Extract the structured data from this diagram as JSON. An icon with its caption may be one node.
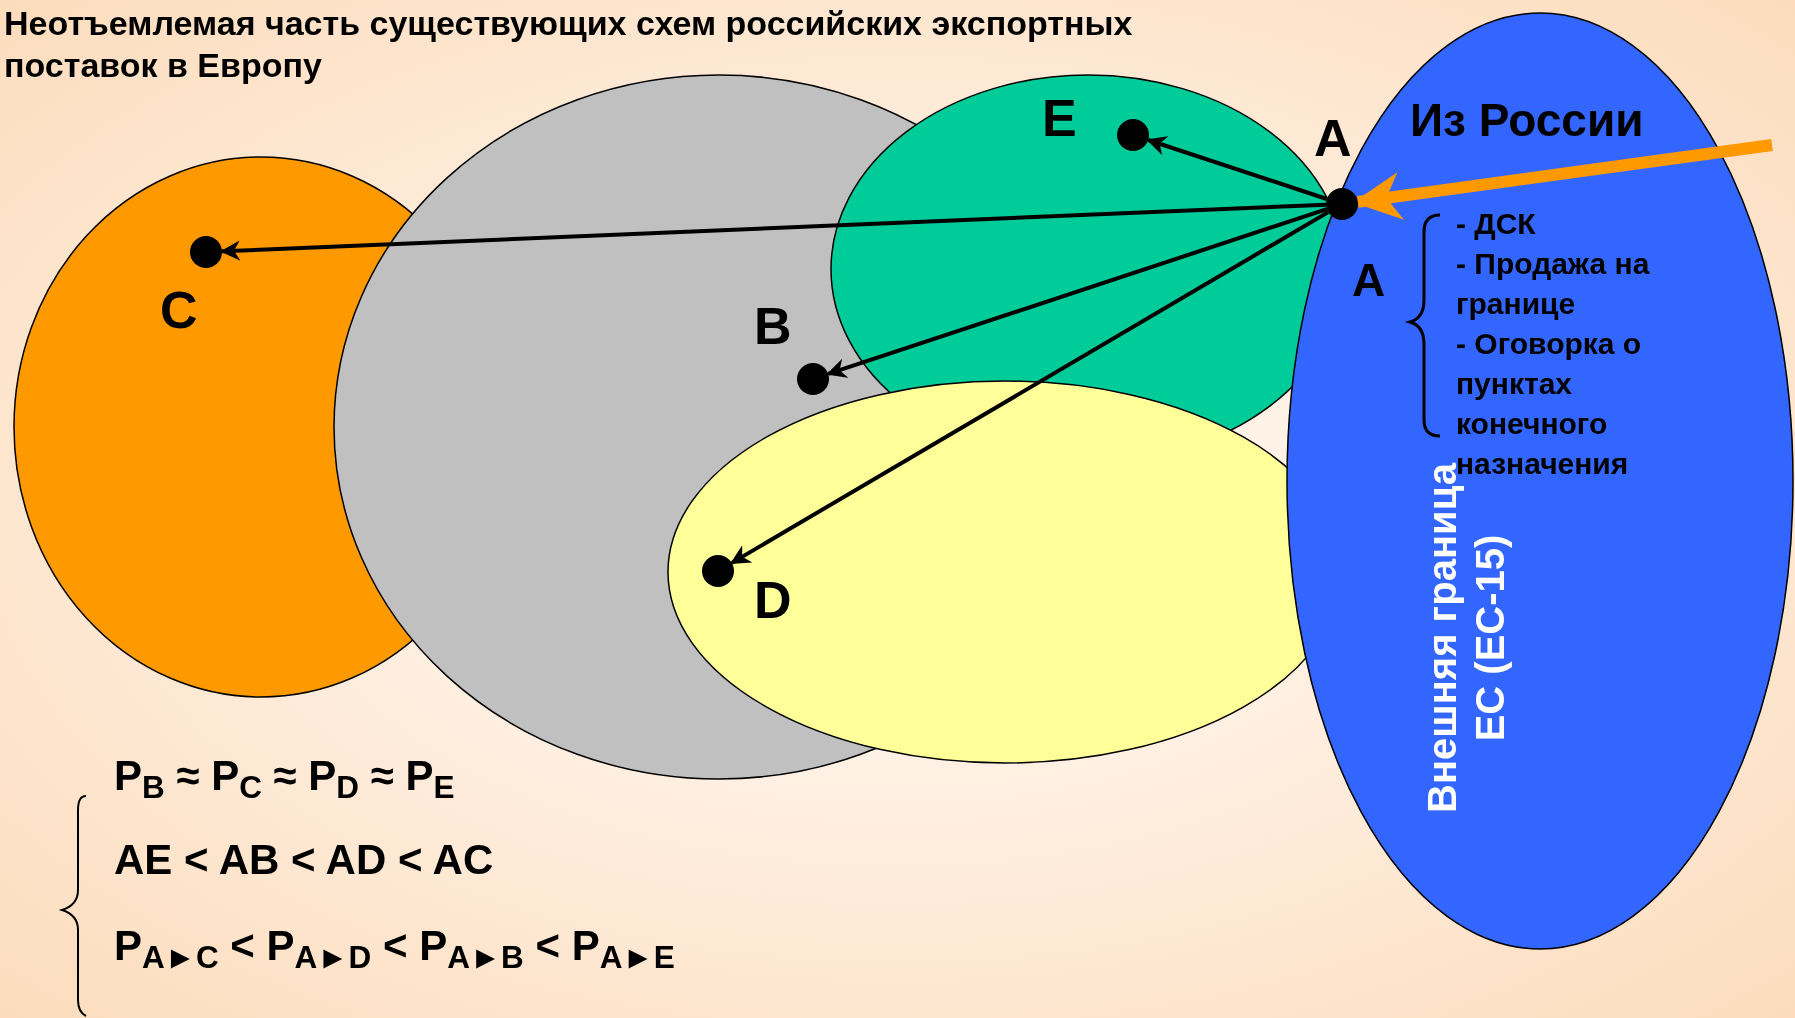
{
  "diagram": {
    "title": "Неотъемлемая часть существующих схем российских экспортных поставок в Европу",
    "nodes": [
      {
        "text": [],
        "shape": "circle",
        "beside": [
          "A"
        ]
      },
      {
        "text": [],
        "shape": "circle",
        "beside": [
          "E"
        ]
      },
      {
        "text": [],
        "shape": "circle",
        "beside": [
          "C"
        ]
      },
      {
        "text": [],
        "shape": "circle",
        "beside": [
          "B"
        ]
      },
      {
        "text": [],
        "shape": "circle",
        "beside": [
          "D"
        ]
      }
    ],
    "edges": [
      {
        "from": 0,
        "to": 1,
        "arrow": "to"
      },
      {
        "from": 0,
        "to": 2,
        "arrow": "to"
      },
      {
        "from": 0,
        "to": 3,
        "arrow": "to"
      },
      {
        "from": 0,
        "to": 4,
        "arrow": "to"
      },
      {
        "from": null,
        "to": 0,
        "arrow": "to",
        "style": "thick",
        "color": "#ff9900"
      }
    ],
    "labels": [
      "Из России",
      "A",
      "- ДСК",
      "- Продажа на границе",
      "- Оговорка о пунктах конечного назначения",
      "Внешняя граница ЕС (ЕС-15)",
      "P$_{B}$ ≈ P$_{C}$ ≈  P$_{D}$ ≈ P$_{E}$",
      "AE < AB < AD < AC",
      "P$_{A►C}$ < P$_{A►D}$ < P$_{A►B}$ < P$_{A►E}$"
    ]
  }
}
